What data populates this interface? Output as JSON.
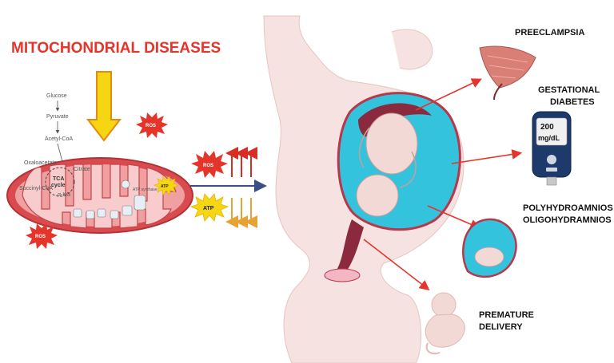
{
  "title": "MITOCHONDRIAL DISEASES",
  "pathway": {
    "glucose": "Glucose",
    "pyruvate": "Pyruvate",
    "acetyl_coa": "Acetyl-CoA",
    "oxaloacetate": "Oxaloacetate",
    "citrate": "Citrate",
    "tca": "TCA",
    "cycle": "cycle",
    "succinyl_coa": "Succinyl-CoA",
    "akg": "α-KG",
    "atp_synthase": "ATP synthase"
  },
  "markers": {
    "ros": "ROS",
    "atp": "ATP"
  },
  "outcomes": {
    "preeclampsia": "PREECLAMPSIA",
    "gestational_1": "GESTATIONAL",
    "gestational_2": "DIABETES",
    "glucose_value": "200",
    "glucose_unit": "mg/dL",
    "poly": "POLYHYDROAMNIOS",
    "oligo": "OLIGOHYDRAMNIOS",
    "premature_1": "PREMATURE",
    "premature_2": "DELIVERY"
  },
  "colors": {
    "red": "#e5352b",
    "yellow_arrow": "#f6d512",
    "skin": "#f6e2e0",
    "mito_outer": "#d94b4f",
    "mito_inner": "#f0a0a0",
    "amniotic": "#34c3dd",
    "navy_arrow": "#3b4f86"
  }
}
